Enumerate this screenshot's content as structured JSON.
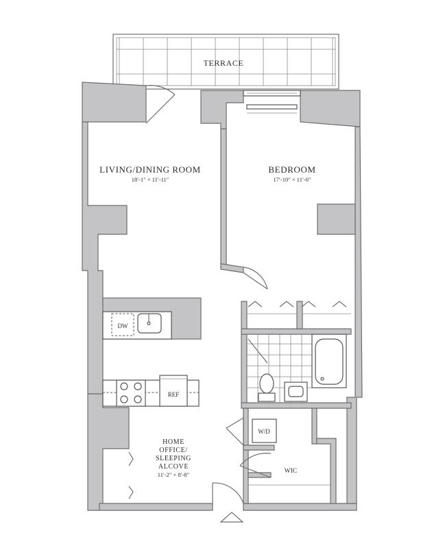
{
  "rooms": {
    "terrace": {
      "label": "TERRACE"
    },
    "living": {
      "label": "LIVING/DINING ROOM",
      "dims": "18′-1″ × 11′-11″"
    },
    "bedroom": {
      "label": "BEDROOM",
      "dims": "17′-10″ × 11′-0″"
    },
    "office": {
      "lines": [
        "HOME",
        "OFFICE/",
        "SLEEPING",
        "ALCOVE"
      ],
      "dims": "11′-2″ × 8′-8″"
    }
  },
  "fixtures": {
    "dw": "DW",
    "ref": "REF",
    "wd": "W/D",
    "wic": "WIC"
  },
  "icons": {
    "entry": "entry-arrow-icon"
  },
  "colors": {
    "wall_fill": "#c4c4c6",
    "wall_stroke": "#6d6d6f",
    "text": "#2d2d2f"
  }
}
